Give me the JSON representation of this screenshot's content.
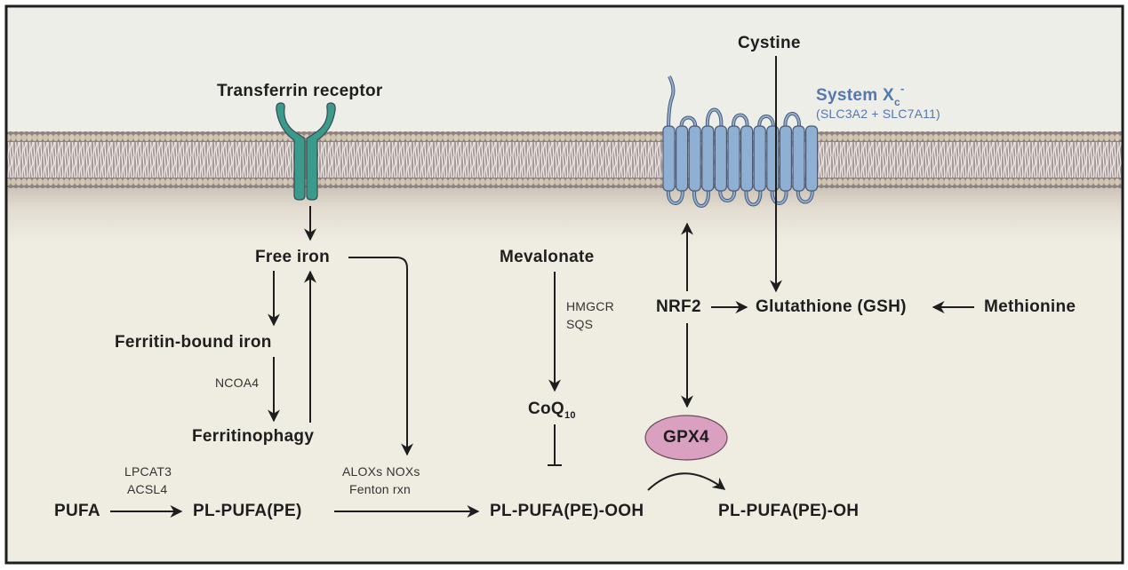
{
  "figure": {
    "title": "Ferroptosis regulatory pathways",
    "colors": {
      "extracellular_bg": "#eeeee9",
      "intracellular_bg": "#efede2",
      "membrane": "#cfc3ad",
      "transferrin_receptor": "#3a9a8c",
      "system_xc": "#8fb0d2",
      "system_xc_label": "#5577b0",
      "gpx4": "#d9a0bf",
      "text": "#1e1e1e"
    }
  },
  "membrane_proteins": {
    "transferrin_receptor": {
      "label": "Transferrin receptor"
    },
    "system_xc": {
      "label_main": "System X",
      "label_sub": "c",
      "label_sup": "-",
      "components": "(SLC3A2 + SLC7A11)"
    }
  },
  "nodes": {
    "cystine": "Cystine",
    "free_iron": "Free iron",
    "ferritin_bound_iron": "Ferritin-bound iron",
    "ferritinophagy": "Ferritinophagy",
    "mevalonate": "Mevalonate",
    "coq10_main": "CoQ",
    "coq10_sub": "10",
    "nrf2": "NRF2",
    "glutathione": "Glutathione (GSH)",
    "methionine": "Methionine",
    "gpx4": "GPX4",
    "pufa": "PUFA",
    "pl_pufa_pe": "PL-PUFA(PE)",
    "pl_pufa_pe_ooh": "PL-PUFA(PE)-OOH",
    "pl_pufa_pe_oh": "PL-PUFA(PE)-OH"
  },
  "enzymes": {
    "ncoa4": "NCOA4",
    "hmgcr": "HMGCR",
    "sqs": "SQS",
    "lpcat3": "LPCAT3",
    "acsl4": "ACSL4",
    "aloxs_noxs": "ALOXs NOXs",
    "fenton": "Fenton rxn"
  },
  "edges": [
    {
      "from": "Transferrin receptor",
      "to": "Free iron",
      "type": "activation"
    },
    {
      "from": "Free iron",
      "to": "Ferritin-bound iron",
      "type": "activation"
    },
    {
      "from": "Ferritin-bound iron",
      "to": "Ferritinophagy",
      "type": "activation",
      "label": "NCOA4"
    },
    {
      "from": "Ferritinophagy",
      "to": "Free iron",
      "type": "activation"
    },
    {
      "from": "Free iron",
      "to": "ALOXs NOXs / Fenton rxn",
      "type": "activation"
    },
    {
      "from": "Mevalonate",
      "to": "CoQ10",
      "type": "activation",
      "label": "HMGCR SQS"
    },
    {
      "from": "CoQ10",
      "to": "PL-PUFA(PE)-OOH",
      "type": "inhibition"
    },
    {
      "from": "Cystine",
      "to": "Glutathione (GSH)",
      "type": "activation"
    },
    {
      "from": "NRF2",
      "to": "System Xc-",
      "type": "activation"
    },
    {
      "from": "NRF2",
      "to": "Glutathione (GSH)",
      "type": "activation"
    },
    {
      "from": "Methionine",
      "to": "Glutathione (GSH)",
      "type": "activation"
    },
    {
      "from": "NRF2",
      "to": "GPX4",
      "type": "activation"
    },
    {
      "from": "PUFA",
      "to": "PL-PUFA(PE)",
      "type": "activation",
      "label": "LPCAT3 ACSL4"
    },
    {
      "from": "PL-PUFA(PE)",
      "to": "PL-PUFA(PE)-OOH",
      "type": "activation",
      "label": "ALOXs NOXs Fenton rxn"
    },
    {
      "from": "PL-PUFA(PE)-OOH",
      "to": "PL-PUFA(PE)-OH",
      "type": "catalysis",
      "catalyst": "GPX4"
    }
  ]
}
